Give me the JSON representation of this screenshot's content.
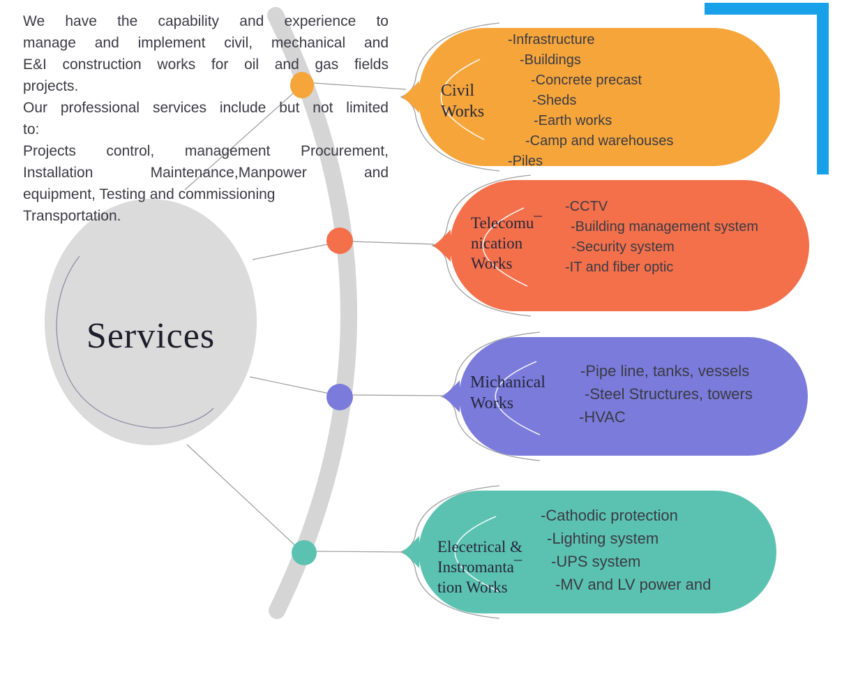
{
  "intro": {
    "lines": [
      "We have the capability and experience to",
      "manage and implement civil, mechanical and",
      "E&I construction works for oil and gas fields",
      "projects.",
      "Our professional services include but not limited",
      "to:",
      "Projects control, management Procurement,",
      "Installation Maintenance,Manpower and",
      "equipment, Testing and commissioning",
      "Transportation."
    ]
  },
  "center": {
    "title": "Services"
  },
  "bubbles": [
    {
      "label": "Civil\nWorks",
      "color": "#f6a53b",
      "items": [
        "-Infrastructure",
        "-Buildings",
        "-Concrete precast",
        "-Sheds",
        "-Earth works",
        "-Camp and warehouses",
        "-Piles"
      ]
    },
    {
      "label": "Telecomu¯\nnication\nWorks",
      "color": "#f4704b",
      "items": [
        "-CCTV",
        "-Building management system",
        "-Security system",
        "-IT and fiber optic"
      ]
    },
    {
      "label": "Michanical\nWorks",
      "color": "#7a7bdb",
      "items": [
        "-Pipe line, tanks, vessels",
        "-Steel Structures, towers",
        "-HVAC"
      ]
    },
    {
      "label": "Elecetrical &\nInstromanta¯\ntion Works",
      "color": "#5bc2b1",
      "items": [
        "-Cathodic protection",
        "-Lighting system",
        "-UPS system",
        "-MV and LV power and"
      ]
    }
  ],
  "colors": {
    "civil_orange": "#f6a53b",
    "telecom_red": "#f4704b",
    "mechanical_purple": "#7a7bdb",
    "electrical_teal": "#5bc2b1",
    "accent_blue": "#18a1e8",
    "center_circle_gray": "#dbdbdb",
    "timeline_arc_gray": "#d5d5d5",
    "text_dark": "#3a3a43"
  }
}
